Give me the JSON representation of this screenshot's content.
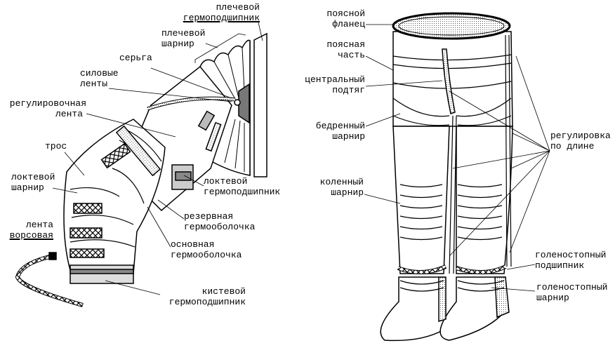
{
  "arm_labels": {
    "shoulder_bearing": [
      "плечевой",
      "гермоподшипник"
    ],
    "shoulder_joint": [
      "плечевой",
      "шарнир"
    ],
    "earring": [
      "серьга"
    ],
    "power_straps": [
      "силовые",
      "ленты"
    ],
    "adjust_strap": [
      "регулировочная",
      "лента"
    ],
    "cable": [
      "трос"
    ],
    "elbow_joint": [
      "локтевой",
      "шарнир"
    ],
    "pile_strap": [
      "лента",
      "ворсовая"
    ],
    "elbow_bearing": [
      "локтевой",
      "гермоподшипник"
    ],
    "reserve_shell": [
      "резервная",
      "гермооболочка"
    ],
    "main_shell": [
      "основная",
      "гермооболочка"
    ],
    "wrist_bearing": [
      "кистевой",
      "гермоподшипник"
    ]
  },
  "leg_labels": {
    "waist_flange": [
      "поясной",
      "фланец"
    ],
    "waist_part": [
      "поясная",
      "часть"
    ],
    "central_tie": [
      "центральный",
      "подтяг"
    ],
    "hip_joint": [
      "бедренный",
      "шарнир"
    ],
    "knee_joint": [
      "коленный",
      "шарнир"
    ],
    "length_adjust": [
      "регулировка",
      "по длине"
    ],
    "ankle_bearing": [
      "голеностопный",
      "подшипник"
    ],
    "ankle_joint": [
      "голеностопный",
      "шарнир"
    ]
  }
}
